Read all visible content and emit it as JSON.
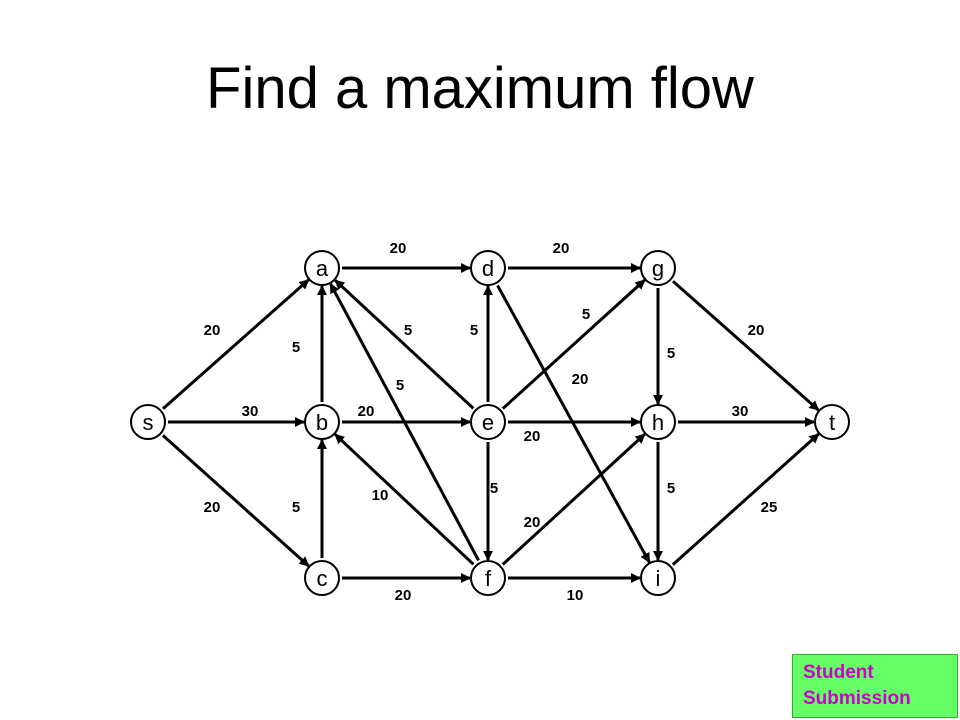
{
  "title": "Find a maximum flow",
  "submit": {
    "line1": "Student",
    "line2": "Submission"
  },
  "nodes": [
    "s",
    "a",
    "b",
    "c",
    "d",
    "e",
    "f",
    "g",
    "h",
    "i",
    "t"
  ],
  "edges": [
    {
      "from": "s",
      "to": "a",
      "capacity": "20"
    },
    {
      "from": "s",
      "to": "b",
      "capacity": "30"
    },
    {
      "from": "s",
      "to": "c",
      "capacity": "20"
    },
    {
      "from": "b",
      "to": "a",
      "capacity": "5"
    },
    {
      "from": "c",
      "to": "b",
      "capacity": "5"
    },
    {
      "from": "a",
      "to": "d",
      "capacity": "20"
    },
    {
      "from": "e",
      "to": "a",
      "capacity": "5"
    },
    {
      "from": "f",
      "to": "a",
      "capacity": "5"
    },
    {
      "from": "b",
      "to": "e",
      "capacity": "20"
    },
    {
      "from": "f",
      "to": "b",
      "capacity": "10"
    },
    {
      "from": "c",
      "to": "f",
      "capacity": "20"
    },
    {
      "from": "d",
      "to": "g",
      "capacity": "20"
    },
    {
      "from": "e",
      "to": "d",
      "capacity": "5"
    },
    {
      "from": "d",
      "to": "i",
      "capacity": "20"
    },
    {
      "from": "e",
      "to": "g",
      "capacity": "5"
    },
    {
      "from": "e",
      "to": "h",
      "capacity": "20"
    },
    {
      "from": "e",
      "to": "f",
      "capacity": "5"
    },
    {
      "from": "f",
      "to": "h",
      "capacity": "20"
    },
    {
      "from": "f",
      "to": "i",
      "capacity": "10"
    },
    {
      "from": "g",
      "to": "h",
      "capacity": "5"
    },
    {
      "from": "g",
      "to": "t",
      "capacity": "20"
    },
    {
      "from": "h",
      "to": "t",
      "capacity": "30"
    },
    {
      "from": "h",
      "to": "i",
      "capacity": "5"
    },
    {
      "from": "i",
      "to": "t",
      "capacity": "25"
    }
  ]
}
